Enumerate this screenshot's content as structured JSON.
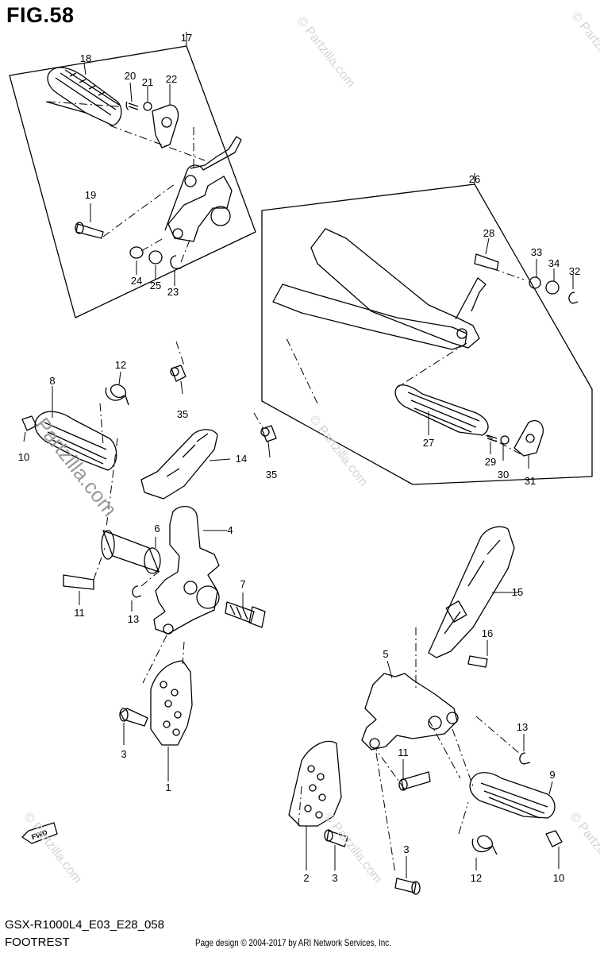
{
  "figure": {
    "title": "FIG.58",
    "code": "GSX-R1000L4_E03_E28_058",
    "name": "FOOTREST",
    "copyright": "Page design © 2004-2017 by ARI Network Services, Inc.",
    "watermark": "© Partzilla.com",
    "watermark_large": "Partzilla.com",
    "fwd_badge": "FWD"
  },
  "callouts": [
    "17",
    "18",
    "20",
    "21",
    "22",
    "19",
    "24",
    "25",
    "23",
    "26",
    "28",
    "33",
    "34",
    "32",
    "12",
    "8",
    "10",
    "35",
    "27",
    "29",
    "30",
    "31",
    "35",
    "14",
    "4",
    "6",
    "11",
    "13",
    "7",
    "15",
    "16",
    "5",
    "13",
    "9",
    "11",
    "3",
    "1",
    "2",
    "3",
    "3",
    "12",
    "10"
  ],
  "colors": {
    "line": "#000000",
    "background": "#ffffff",
    "watermark": "#d4d4d4"
  }
}
